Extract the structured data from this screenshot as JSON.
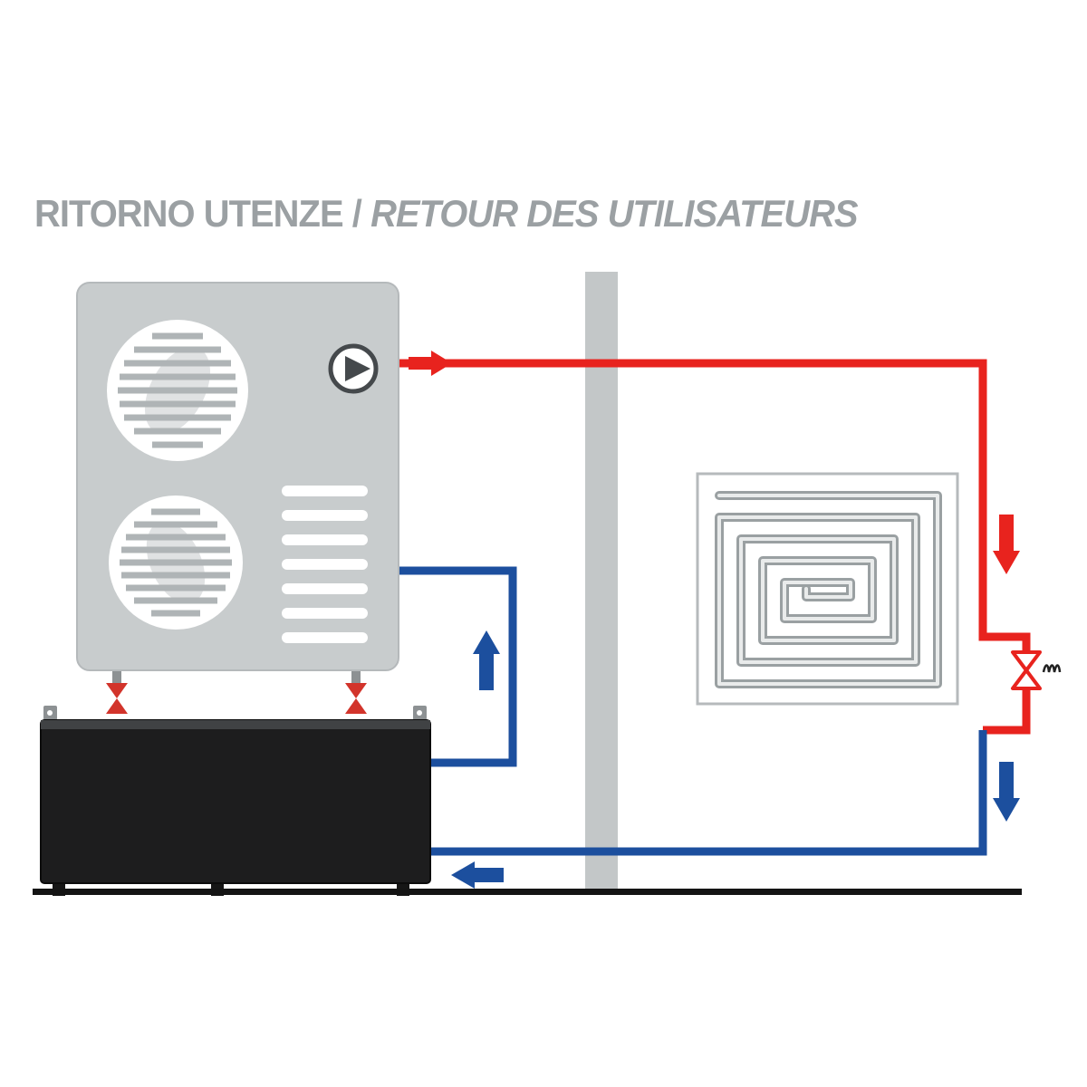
{
  "title": {
    "part1": "RITORNO UTENZE",
    "separator": " / ",
    "part2": "RETOUR DES UTILISATEURS"
  },
  "colors": {
    "supply_red": "#e8231e",
    "return_blue": "#1c4f9e",
    "unit_gray": "#c8cccd",
    "fan_line_gray": "#afb4b6",
    "wall_gray": "#c3c7c8",
    "tank_black": "#1d1d1e",
    "tank_top_gray": "#404244",
    "coil_gray": "#9aa0a2",
    "coil_inner": "#e9ebeb",
    "outline_gray": "#b6babc",
    "pump_dark": "#45494c",
    "mount_red": "#d2342b",
    "mount_gray": "#8d9193",
    "title_gray": "#9ba0a3",
    "ground_black": "#141414"
  },
  "elements": {
    "heat_pump": "heat-pump-outdoor-unit",
    "fan_top": "fan-grille-icon",
    "fan_bottom": "fan-grille-icon",
    "pump": "circulator-pump-icon",
    "vent_grille": "side-vent-grille",
    "buffer_tank": "buffer-tank-unit",
    "wall": "partition-wall",
    "floor_coil": "floor-heating-coil",
    "supply_pipe": "hot-supply-pipe",
    "return_pipe": "cold-return-pipe",
    "valve": "check-valve-icon",
    "ground": "ground-line"
  }
}
